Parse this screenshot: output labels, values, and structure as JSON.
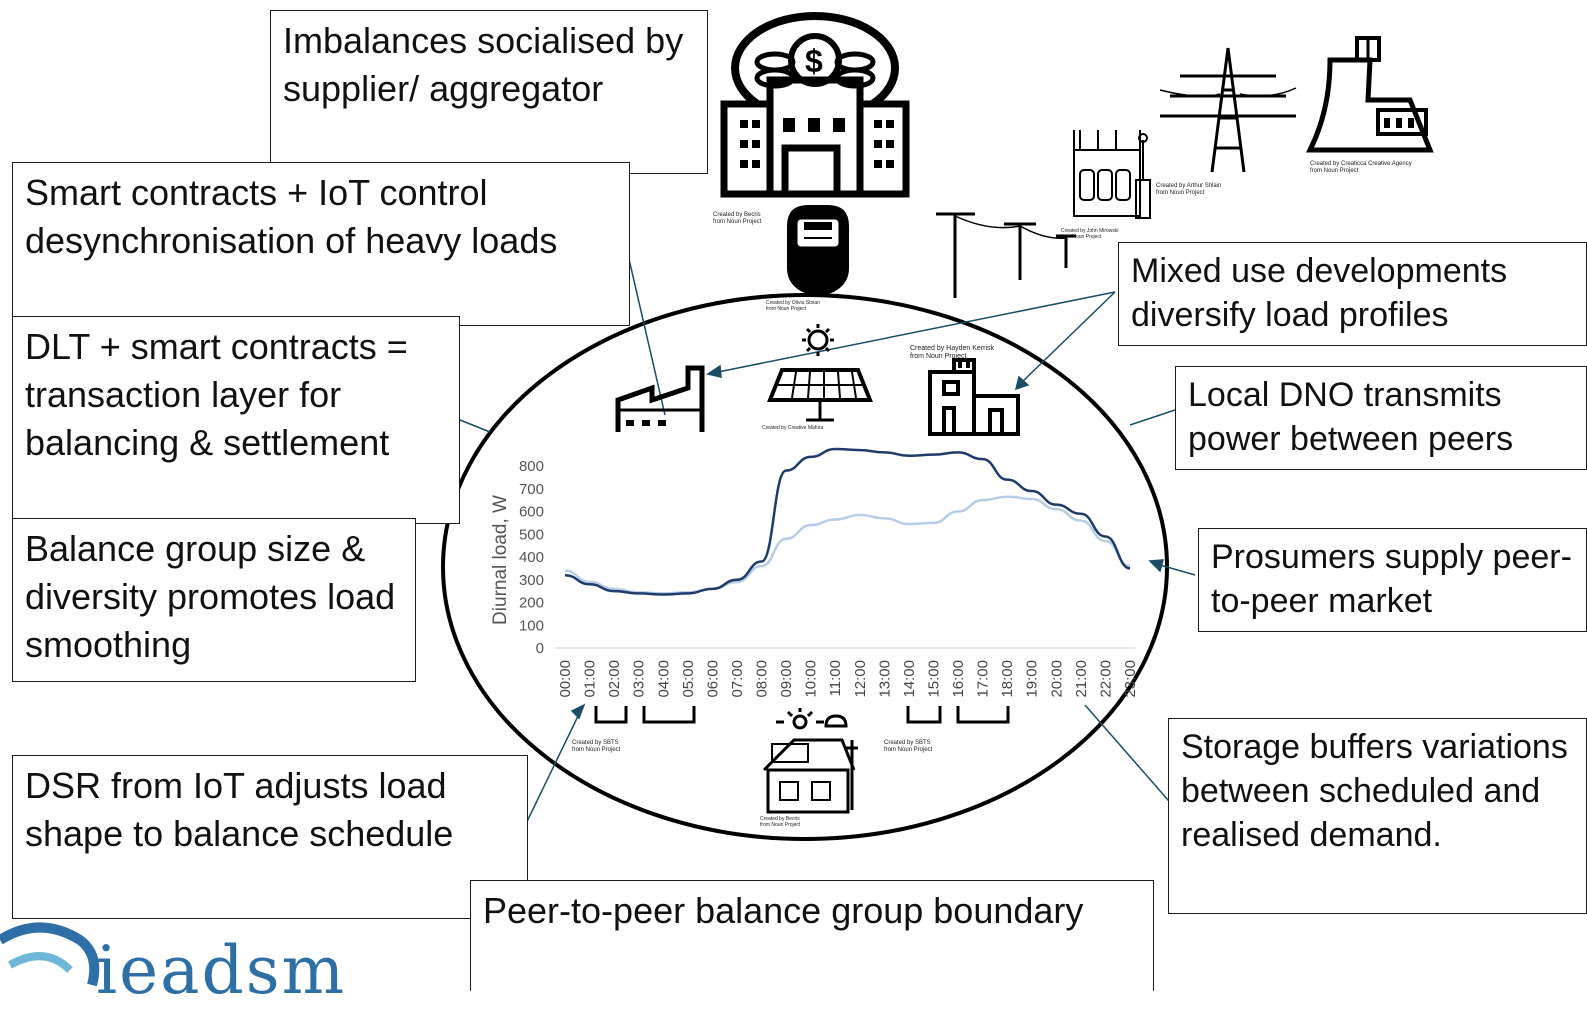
{
  "callouts": {
    "imbalances": "Imbalances socialised by supplier/ aggregator",
    "smart_contracts_iot": "Smart contracts + IoT control desynchronisation of heavy loads",
    "dlt": "DLT + smart contracts = transaction layer for balancing & settlement",
    "balance_group": "Balance group size & diversity promotes load smoothing",
    "dsr": "DSR from IoT adjusts load shape to balance schedule",
    "peer_boundary": "Peer-to-peer balance group boundary",
    "mixed_use": "Mixed use developments diversify load profiles",
    "local_dno": "Local DNO transmits power between peers",
    "prosumers": "Prosumers supply peer-to-peer market",
    "storage": "Storage buffers variations between scheduled and realised demand."
  },
  "credits": {
    "bank": "Created by Becris\nfrom Noun Project",
    "meter": "Created by Oliviu Stoian\nfrom Noun Project",
    "pylon": "Created by Arthur Shlain\nfrom Noun Project",
    "plant": "Created by Creaticca Creative Agency\nfrom Noun Project",
    "substation": "Created by John Mirowski\nfrom Noun Project",
    "solar": "Created by Creative Mahira",
    "building": "Created by Hayden Kerrisk\nfrom Noun Project",
    "battery_left": "Created by SBTS\nfrom Noun Project",
    "battery_right": "Created by SBTS\nfrom Noun Project",
    "house": "Created by Becris\nfrom Noun Project"
  },
  "logo": {
    "text": "ieadsm"
  },
  "colors": {
    "series_dark": "#1f3b6b",
    "series_light": "#b7cde6",
    "connector": "#1a4d66"
  },
  "chart_data": {
    "type": "line",
    "title": "",
    "xlabel": "",
    "ylabel": "Diurnal load, W",
    "ylim": [
      0,
      800
    ],
    "yticks": [
      0,
      100,
      200,
      300,
      400,
      500,
      600,
      700,
      800
    ],
    "categories": [
      "00:00",
      "01:00",
      "02:00",
      "03:00",
      "04:00",
      "05:00",
      "06:00",
      "07:00",
      "08:00",
      "09:00",
      "10:00",
      "11:00",
      "12:00",
      "13:00",
      "14:00",
      "15:00",
      "16:00",
      "17:00",
      "18:00",
      "19:00",
      "20:00",
      "21:00",
      "22:00",
      "23:00"
    ],
    "series": [
      {
        "values": [
          320,
          280,
          250,
          240,
          235,
          240,
          260,
          300,
          380,
          780,
          840,
          875,
          870,
          860,
          845,
          850,
          860,
          830,
          740,
          690,
          630,
          590,
          490,
          350
        ]
      },
      {
        "values": [
          340,
          290,
          260,
          245,
          240,
          245,
          260,
          290,
          360,
          480,
          540,
          565,
          585,
          570,
          545,
          550,
          600,
          650,
          665,
          655,
          610,
          560,
          470,
          360
        ]
      }
    ],
    "grid": false,
    "legend": "none"
  }
}
